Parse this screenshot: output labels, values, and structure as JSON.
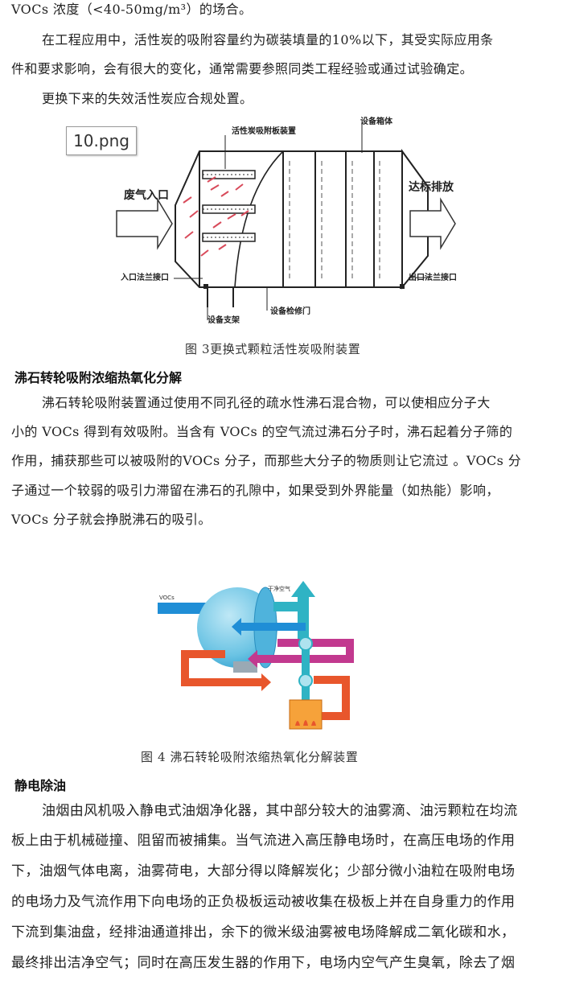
{
  "intro": {
    "line1": "VOCs 浓度（<40-50mg/m³）的场合。",
    "line2": "在工程应用中，活性炭的吸附容量约为碳装填量的10%以下，其受实际应用条",
    "line3": "件和要求影响，会有很大的变化，通常需要参照同类工程经验或通过试验确定。",
    "line4": "更换下来的失效活性炭应合规处置。"
  },
  "figure3": {
    "tag": "10.png",
    "labels": {
      "adsorb_plate": "活性炭吸附板装置",
      "housing": "设备箱体",
      "inlet": "废气入口",
      "outlet": "达标排放",
      "inlet_flange": "入口法兰接口",
      "outlet_flange": "出口法兰接口",
      "support": "设备支架",
      "access_door": "设备检修门"
    },
    "caption": "图 3更换式颗粒活性炭吸附装置"
  },
  "section1": {
    "title": "沸石转轮吸附浓缩热氧化分解",
    "lines": [
      "沸石转轮吸附装置通过使用不同孔径的疏水性沸石混合物，可以使相应分子大",
      "小的 VOCs 得到有效吸附。当含有 VOCs 的空气流过沸石分子时，沸石起着分子筛的",
      "作用，捕获那些可以被吸附的VOCs 分子，而那些大分子的物质则让它流过 。VOCs 分",
      "子通过一个较弱的吸引力滞留在沸石的孔隙中，如果受到外界能量（如热能）影响，",
      "VOCs 分子就会挣脱沸石的吸引。"
    ]
  },
  "figure4": {
    "label_vocs": "VOCs",
    "label_clean": "干净空气",
    "caption": "图 4 沸石转轮吸附浓缩热氧化分解装置"
  },
  "section2": {
    "title": "静电除油",
    "lines": [
      "油烟由风机吸入静电式油烟净化器，其中部分较大的油雾滴、油污颗粒在均流",
      "板上由于机械碰撞、阻留而被捕集。当气流进入高压静电场时，在高压电场的作用",
      "下，油烟气体电离，油雾荷电，大部分得以降解炭化；少部分微小油粒在吸附电场",
      "的电场力及气流作用下向电场的正负极板运动被收集在极板上并在自身重力的作用",
      "下流到集油盘，经排油通道排出，余下的微米级油雾被电场降解成二氧化碳和水，",
      "最终排出洁净空气；同时在高压发生器的作用下，电场内空气产生臭氧，除去了烟"
    ]
  },
  "colors": {
    "blue": "#1f8ed6",
    "wheel": "#6cc4e4",
    "teal": "#2fb3c4",
    "magenta": "#c2398f",
    "orange": "#e8562c",
    "flame": "#f6a23a"
  }
}
